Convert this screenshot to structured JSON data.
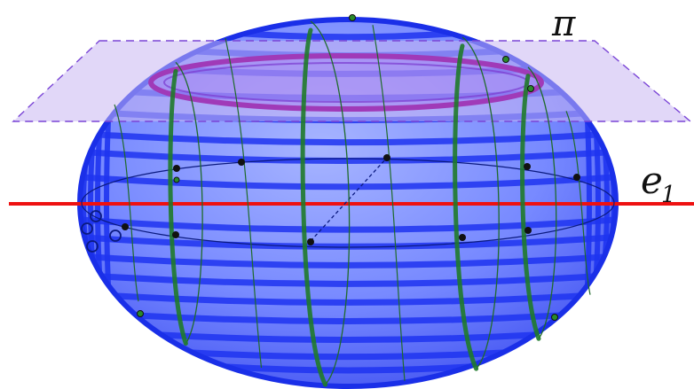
{
  "labels": {
    "plane": "π",
    "axis": "e",
    "axis_subscript": "1"
  },
  "colors": {
    "ellipsoid_fill": "#2f4dff",
    "ellipsoid_stroke": "#1a2fe8",
    "band": "#1e34f0",
    "plane_fill": "#c9b6f2",
    "plane_stroke": "#7a45d6",
    "ring": "#a03ab8",
    "axis": "#ee1111",
    "curve": "#1f7a2a",
    "point": "#111111"
  }
}
